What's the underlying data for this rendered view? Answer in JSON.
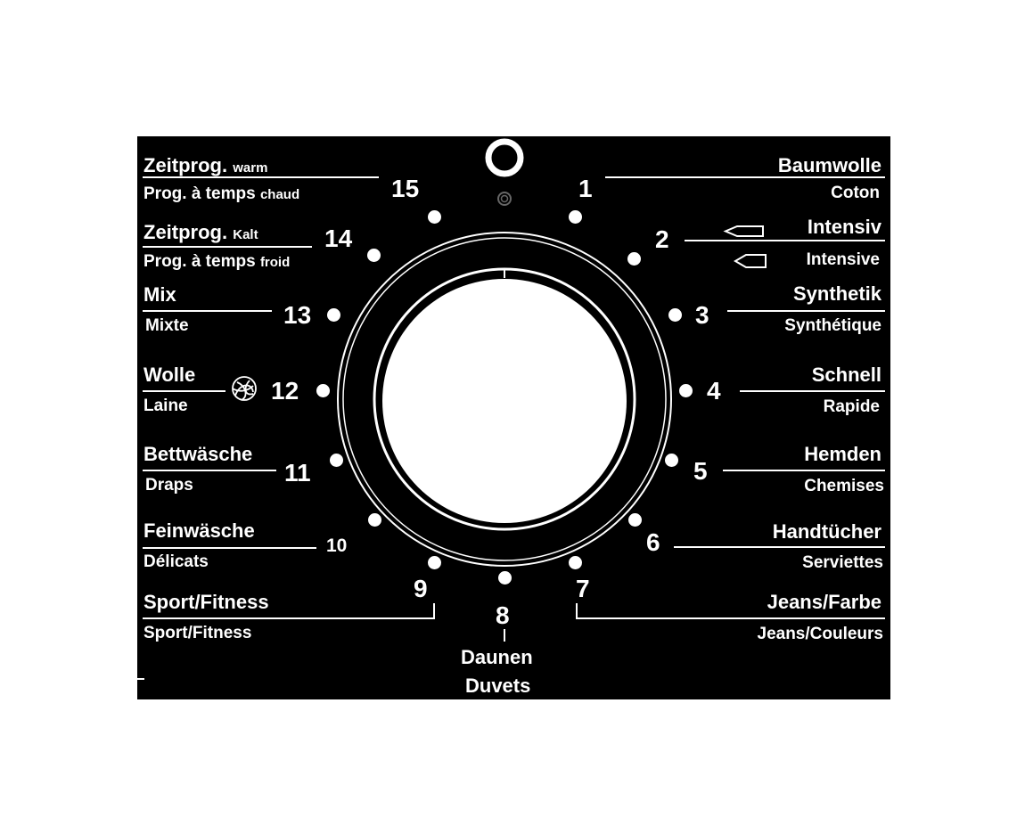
{
  "programs": {
    "p1": {
      "number": "1",
      "de": "Baumwolle",
      "fr": "Coton"
    },
    "p2": {
      "number": "2",
      "de": "Intensiv",
      "fr": "Intensive"
    },
    "p3": {
      "number": "3",
      "de": "Synthetik",
      "fr": "Synthétique"
    },
    "p4": {
      "number": "4",
      "de": "Schnell",
      "fr": "Rapide"
    },
    "p5": {
      "number": "5",
      "de": "Hemden",
      "fr": "Chemises"
    },
    "p6": {
      "number": "6",
      "de": "Handtücher",
      "fr": "Serviettes"
    },
    "p7": {
      "number": "7",
      "de": "Jeans/Farbe",
      "fr": "Jeans/Couleurs"
    },
    "p8": {
      "number": "8",
      "de": "Daunen",
      "fr": "Duvets"
    },
    "p9": {
      "number": "9",
      "de": "Sport/Fitness",
      "fr": "Sport/Fitness"
    },
    "p10": {
      "number": "10",
      "de": "Feinwäsche",
      "fr": "Délicats"
    },
    "p11": {
      "number": "11",
      "de": "Bettwäsche",
      "fr": "Draps"
    },
    "p12": {
      "number": "12",
      "de": "Wolle",
      "fr": "Laine"
    },
    "p13": {
      "number": "13",
      "de": "Mix",
      "fr": "Mixte"
    },
    "p14": {
      "number": "14",
      "de": "Zeitprog.",
      "de_suffix": "Kalt",
      "fr": "Prog. à temps",
      "fr_suffix": "froid"
    },
    "p15": {
      "number": "15",
      "de": "Zeitprog.",
      "de_suffix": "warm",
      "fr": "Prog. à temps",
      "fr_suffix": "chaud"
    }
  },
  "icons": {
    "off_position": "power-off-ring-icon",
    "wool": "wool-ball-icon",
    "intensive": "tag-label-icon"
  },
  "colors": {
    "panel": "#000000",
    "foreground": "#ffffff",
    "page": "#ffffff"
  }
}
